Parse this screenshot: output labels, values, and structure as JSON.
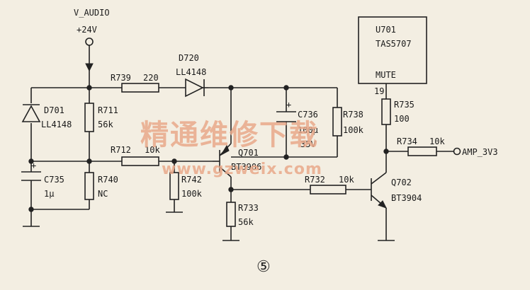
{
  "power": {
    "net": "V_AUDIO",
    "voltage": "+24V"
  },
  "ic": {
    "ref": "U701",
    "part": "TAS5707",
    "pin_name": "MUTE",
    "pin_number": "19"
  },
  "components": {
    "R739": {
      "ref": "R739",
      "value": "220"
    },
    "D720": {
      "ref": "D720",
      "value": "LL4148"
    },
    "D701": {
      "ref": "D701",
      "value": "LL4148"
    },
    "R711": {
      "ref": "R711",
      "value": "56k"
    },
    "C736": {
      "ref": "C736",
      "value": "100μ",
      "voltage": "35V"
    },
    "R738": {
      "ref": "R738",
      "value": "100k"
    },
    "R735": {
      "ref": "R735",
      "value": "100"
    },
    "R712": {
      "ref": "R712",
      "value": "10k"
    },
    "Q701": {
      "ref": "Q701",
      "value": "BT3906"
    },
    "R742": {
      "ref": "R742",
      "value": "100k"
    },
    "C735": {
      "ref": "C735",
      "value": "1μ"
    },
    "R740": {
      "ref": "R740",
      "value": "NC"
    },
    "R733": {
      "ref": "R733",
      "value": "56k"
    },
    "R732": {
      "ref": "R732",
      "value": "10k"
    },
    "Q702": {
      "ref": "Q702",
      "value": "BT3904"
    },
    "R734": {
      "ref": "R734",
      "value": "10k"
    }
  },
  "output_net": "AMP_3V3",
  "figure_number": "⑤",
  "watermark": {
    "text": "精通维修下载",
    "url": "www.gzweix.com"
  }
}
